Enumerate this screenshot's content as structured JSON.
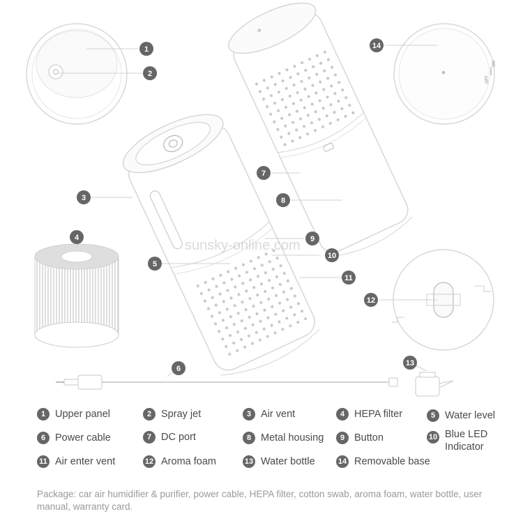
{
  "callouts": [
    {
      "num": "1",
      "label": "Upper panel"
    },
    {
      "num": "2",
      "label": "Spray jet"
    },
    {
      "num": "3",
      "label": "Air vent"
    },
    {
      "num": "4",
      "label": "HEPA filter"
    },
    {
      "num": "5",
      "label": "Water level"
    },
    {
      "num": "6",
      "label": "Power cable"
    },
    {
      "num": "7",
      "label": "DC port"
    },
    {
      "num": "8",
      "label": "Metal housing"
    },
    {
      "num": "9",
      "label": "Button"
    },
    {
      "num": "10",
      "label": "Blue LED\nIndicator"
    },
    {
      "num": "11",
      "label": "Air enter vent"
    },
    {
      "num": "12",
      "label": "Aroma foam"
    },
    {
      "num": "13",
      "label": "Water bottle"
    },
    {
      "num": "14",
      "label": "Removable base"
    }
  ],
  "package_text": "Package: car air humidifier & purifier, power cable, HEPA filter, cotton swab, aroma foam, water bottle, user manual, warranty card.",
  "watermark": "sunsky-online.com",
  "base_markings": [
    "OFF",
    "ON",
    "ON"
  ],
  "colors": {
    "line": "#d6d6d6",
    "badge": "#666666",
    "text": "#4a4a4a",
    "package": "#9a9a9a"
  }
}
